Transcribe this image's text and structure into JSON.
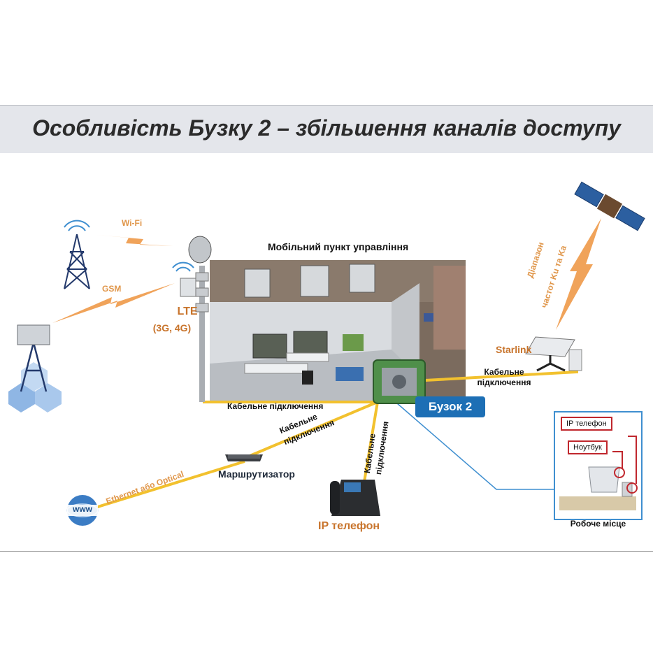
{
  "title": "Особливість Бузку 2 – збільшення каналів доступу",
  "labels": {
    "wifi": "Wi-Fi",
    "gsm": "GSM",
    "lte": "LTE",
    "lte_gen": "(3G, 4G)",
    "mobile_post": "Мобільний пункт управління",
    "starlink": "Starlink",
    "satellite_band_1": "Діапазон",
    "satellite_band_2": "частот Ku та Ka",
    "cable_starlink_1": "Кабельне",
    "cable_starlink_2": "підключення",
    "cable_mast": "Кабельне підключення",
    "buzok": "Бузок 2",
    "cable_router_1": "Кабельне",
    "cable_router_2": "підключення",
    "cable_phone_1": "Кабельне",
    "cable_phone_2": "підключення",
    "ethernet": "Ethernet або Optical",
    "router": "Маршрутизатор",
    "www": "www",
    "ip_phone": "IP телефон",
    "workplace": "Робоче місце",
    "ws_ip_phone": "IP телефон",
    "ws_laptop": "Ноутбук"
  },
  "colors": {
    "banner": "#e4e6eb",
    "cable": "#f2c12e",
    "wireless": "#f0a35a",
    "badge": "#1d6fb5",
    "workplace_link": "#3f8fd0",
    "tag_border": "#c0272d"
  },
  "icons": [
    "wifi-tower-icon",
    "cell-tower-icon",
    "mast-icon",
    "satellite-icon",
    "starlink-dish-icon",
    "router-icon",
    "www-globe-icon",
    "ip-phone-icon",
    "buzok-device-icon",
    "laptop-icon"
  ]
}
